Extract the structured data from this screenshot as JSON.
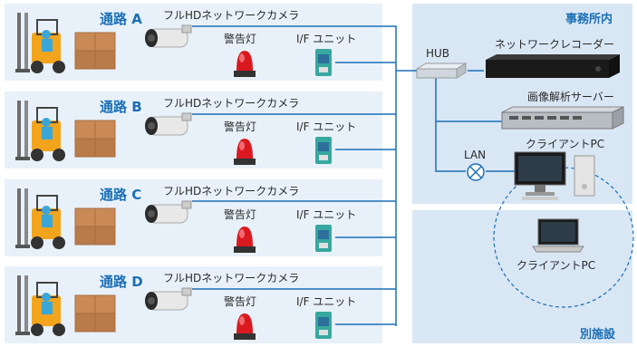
{
  "aisles": [
    {
      "name": "通路 A",
      "camera": "フルHDネットワークカメラ",
      "warning_light": "警告灯",
      "if_unit": "I/F ユニット"
    },
    {
      "name": "通路 B",
      "camera": "フルHDネットワークカメラ",
      "warning_light": "警告灯",
      "if_unit": "I/F ユニット"
    },
    {
      "name": "通路 C",
      "camera": "フルHDネットワークカメラ",
      "warning_light": "警告灯",
      "if_unit": "I/F ユニット"
    },
    {
      "name": "通路 D",
      "camera": "フルHDネットワークカメラ",
      "warning_light": "警告灯",
      "if_unit": "I/F ユニット"
    }
  ],
  "office": {
    "title": "事務所内",
    "hub": "HUB",
    "recorder": "ネットワークレコーダー",
    "server": "画像解析サーバー",
    "lan": "LAN",
    "client_pc": "クライアントPC"
  },
  "remote": {
    "title": "別施設",
    "client_pc": "クライアントPC"
  },
  "colors": {
    "aisle_bg": "#e8f1f9",
    "panel_bg": "#d9e7f5",
    "line": "#1b6fb5",
    "accent_text": "#1b6fb5"
  }
}
